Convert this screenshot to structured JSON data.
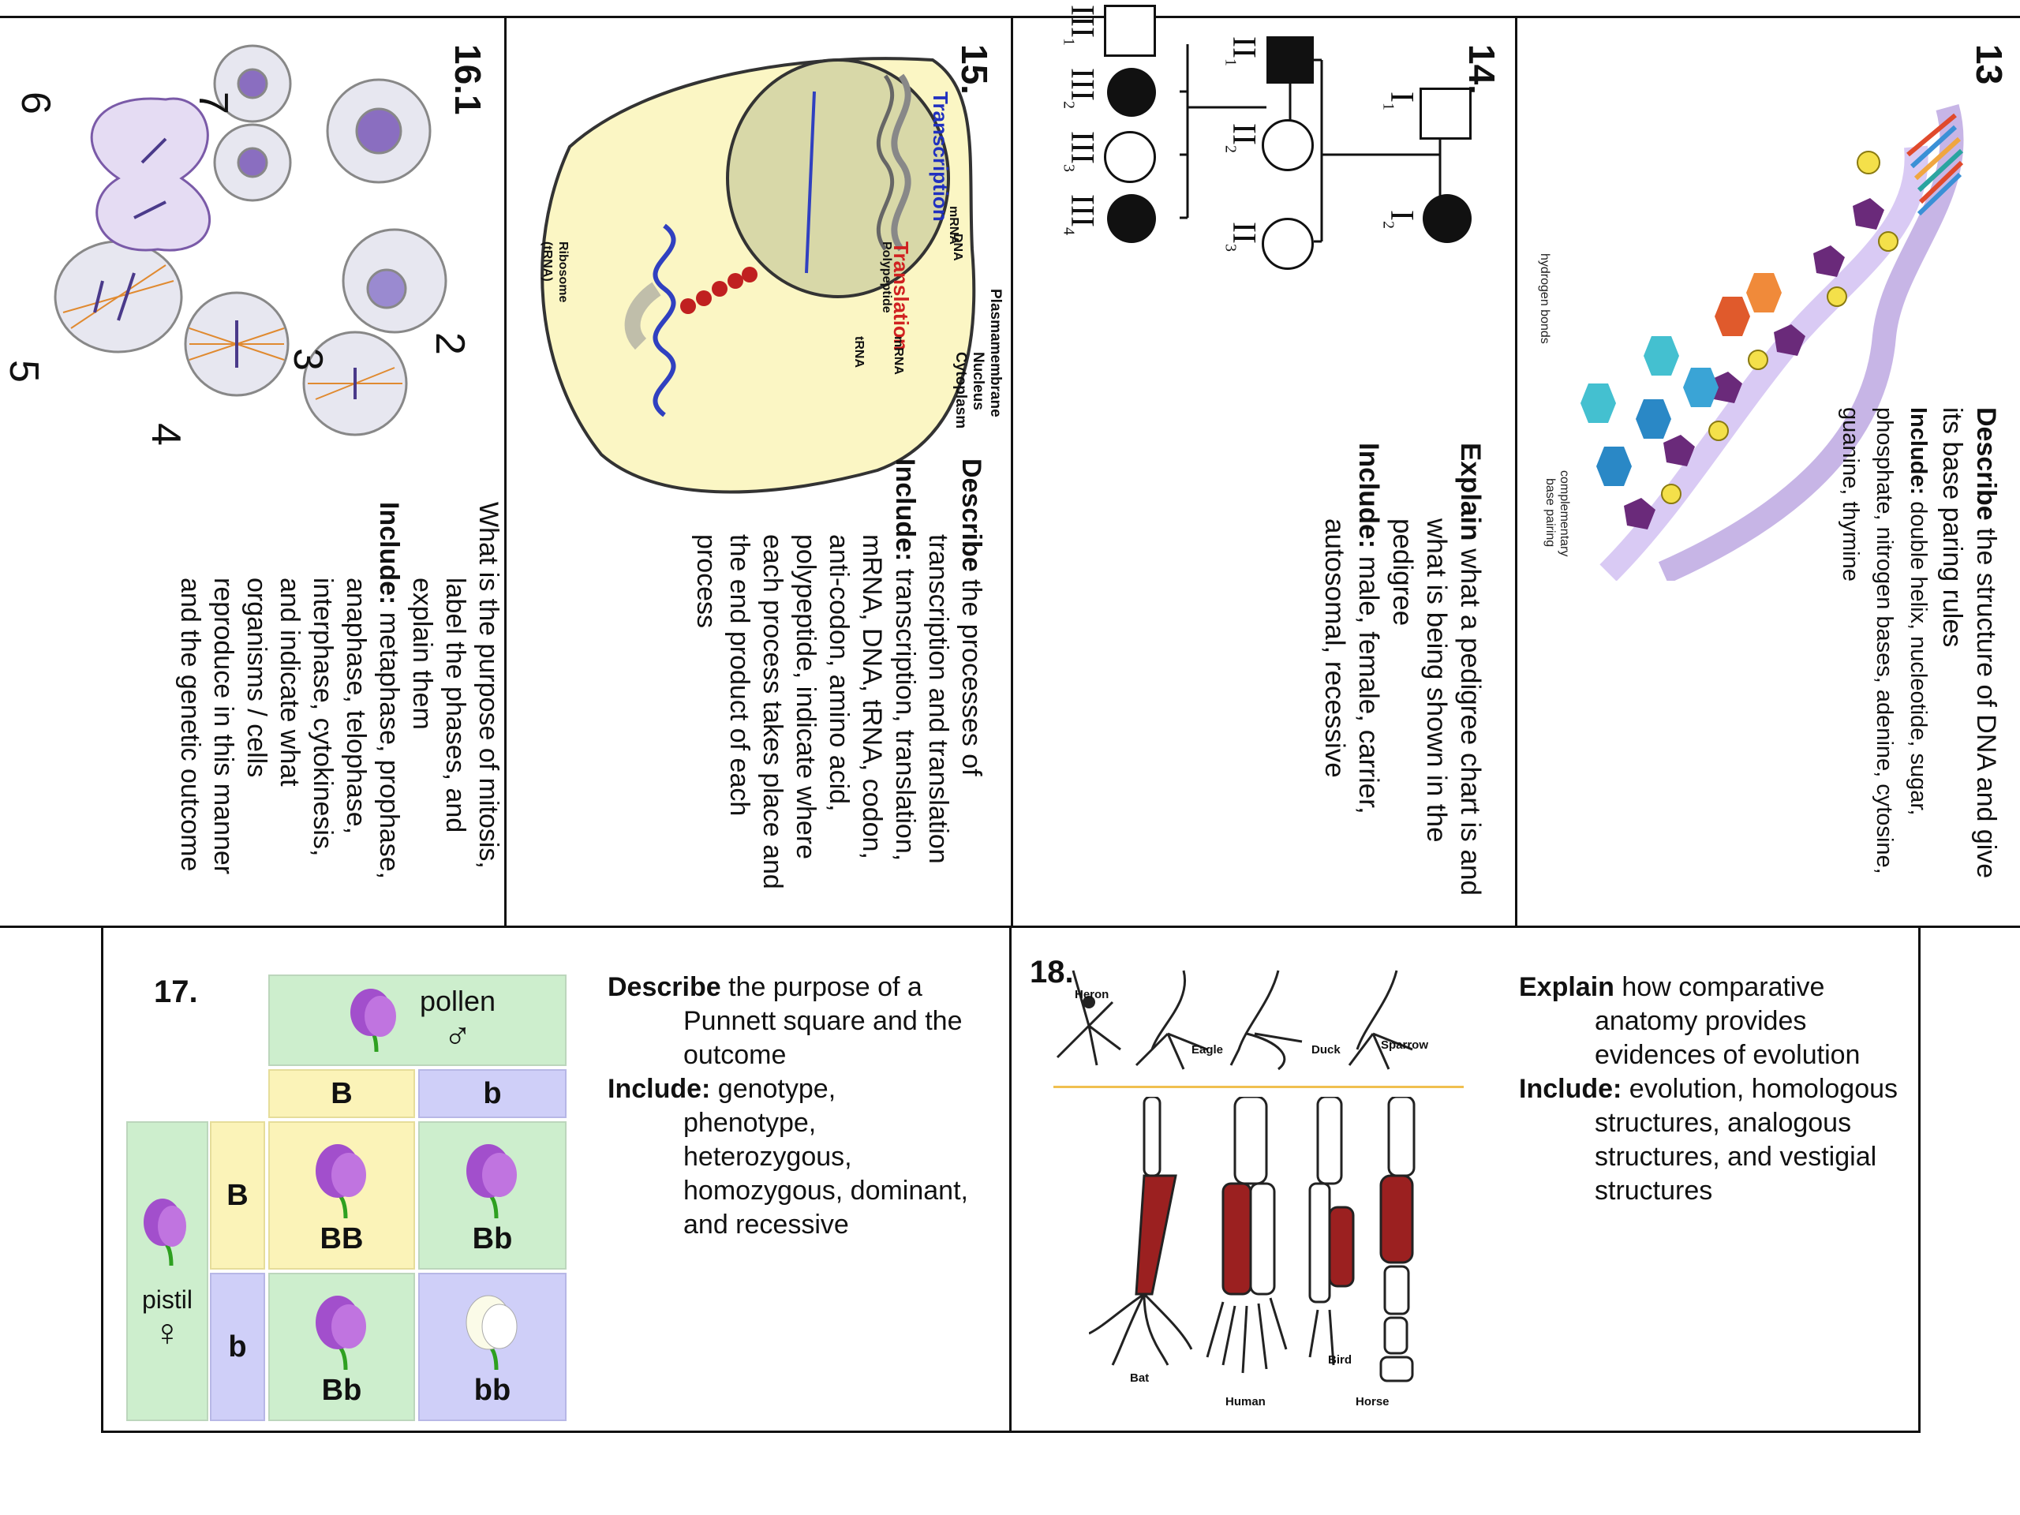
{
  "q13": {
    "number": "13",
    "describe_word": "Describe",
    "describe_rest": " the structure of DNA and give",
    "line2": "its base paring rules",
    "include_word": "Include:",
    "include_rest": " double helix, nucleotide, sugar,",
    "line4": "phosphate, nitrogen bases, adenine, cytosine,",
    "line5": "guanine, thymine",
    "fig_label_complementary": "complementary",
    "fig_label_base_pairing": "base pairing",
    "fig_label_hydrogen": "hydrogen bonds"
  },
  "q14": {
    "number": "14.",
    "explain_word": "Explain",
    "explain_rest": " what a pedigree chart is and",
    "line2": "what is being shown in the",
    "line3": "pedigree",
    "include_word": "Include:",
    "include_rest": " male, female, carrier,",
    "line5": "autosomal, recessive",
    "gen": [
      "I",
      "II",
      "III"
    ],
    "subs": [
      "1",
      "2",
      "3",
      "4"
    ]
  },
  "q15": {
    "number": "15.",
    "lines": [
      {
        "b": "Describe",
        "t": " the processes of"
      },
      {
        "b": "",
        "t": "transcription and translation",
        "ind": true
      },
      {
        "b": "Include:",
        "t": " transcription, translation,"
      },
      {
        "b": "",
        "t": "mRNA, DNA, tRNA, codon,",
        "ind": true
      },
      {
        "b": "",
        "t": "anti-codon, amino acid,",
        "ind": true
      },
      {
        "b": "",
        "t": "polypeptide, indicate where",
        "ind": true
      },
      {
        "b": "",
        "t": "each process takes place and",
        "ind": true
      },
      {
        "b": "",
        "t": "the end product of each",
        "ind": true
      },
      {
        "b": "",
        "t": "process",
        "ind": true
      }
    ],
    "fig": {
      "plasmamembrane": "Plasmamembrane",
      "nucleus": "Nucleus",
      "cytoplasm": "Cytoplasm",
      "dna": "DNA",
      "mrna": "mRNA",
      "transcription": "Transcription",
      "translation": "Translation",
      "polypeptide": "Polypeptide",
      "trna": "tRNA",
      "mrna2": "mRNA",
      "ribosome": "Ribosome",
      "trna2": "(tRNA)"
    }
  },
  "q16": {
    "number": "16.1",
    "lines": [
      {
        "b": "",
        "t": "What is the purpose of mitosis,"
      },
      {
        "b": "",
        "t": "label the phases, and",
        "ind": true
      },
      {
        "b": "",
        "t": "explain them",
        "ind": true
      },
      {
        "b": "Include:",
        "t": " metaphase, prophase,"
      },
      {
        "b": "",
        "t": "anaphase, telophase,",
        "ind": true
      },
      {
        "b": "",
        "t": "interphase, cytokinesis,",
        "ind": true
      },
      {
        "b": "",
        "t": "and indicate what",
        "ind": true
      },
      {
        "b": "",
        "t": "organisms / cells",
        "ind": true
      },
      {
        "b": "",
        "t": "reproduce in this manner",
        "ind": true
      },
      {
        "b": "",
        "t": "and the genetic outcome",
        "ind": true
      }
    ],
    "phase_numbers": [
      "2",
      "3",
      "4",
      "5",
      "6",
      "7"
    ]
  },
  "q17": {
    "number": "17.",
    "pollen": "pollen",
    "male": "♂",
    "pistil": "pistil",
    "female": "♀",
    "top_alleles": [
      "B",
      "b"
    ],
    "side_alleles": [
      "B",
      "b"
    ],
    "genotypes": [
      "BB",
      "Bb",
      "Bb",
      "bb"
    ],
    "lines": [
      {
        "b": "Describe",
        "t": " the purpose of a"
      },
      {
        "b": "",
        "t": "Punnett square and the",
        "ind": true
      },
      {
        "b": "",
        "t": "outcome",
        "ind": true
      },
      {
        "b": "Include:",
        "t": " genotype,"
      },
      {
        "b": "",
        "t": "phenotype,",
        "ind": true
      },
      {
        "b": "",
        "t": "heterozygous,",
        "ind": true
      },
      {
        "b": "",
        "t": "homozygous, dominant,",
        "ind": true
      },
      {
        "b": "",
        "t": "and recessive",
        "ind": true
      }
    ]
  },
  "q18": {
    "number": "18.",
    "feet": [
      "Heron",
      "Eagle",
      "Duck",
      "Sparrow"
    ],
    "limbs": [
      "Bat",
      "Human",
      "Bird",
      "Horse"
    ],
    "lines": [
      {
        "b": "Explain",
        "t": " how comparative"
      },
      {
        "b": "",
        "t": "anatomy provides",
        "ind": true
      },
      {
        "b": "",
        "t": "evidences of evolution",
        "ind": true
      },
      {
        "b": "Include:",
        "t": " evolution, homologous"
      },
      {
        "b": "",
        "t": "structures, analogous",
        "ind": true
      },
      {
        "b": "",
        "t": "structures, and vestigial",
        "ind": true
      },
      {
        "b": "",
        "t": "structures",
        "ind": true
      }
    ]
  }
}
